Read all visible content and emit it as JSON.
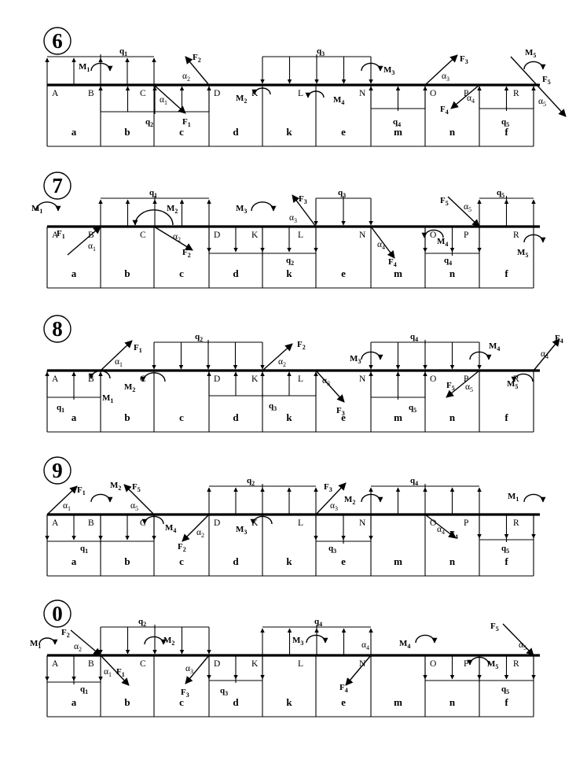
{
  "variants": [
    {
      "number": "6",
      "segments": [
        "a",
        "b",
        "c",
        "d",
        "k",
        "e",
        "m",
        "n",
        "f"
      ],
      "points": [
        "A",
        "B",
        "C",
        "D",
        "K",
        "L",
        "N",
        "O",
        "P",
        "R"
      ],
      "loads": [
        "q1",
        "q2",
        "q3",
        "q4",
        "q5"
      ],
      "forces": [
        "F1",
        "F2",
        "F3",
        "F4",
        "F5"
      ],
      "moments": [
        "M1",
        "M2",
        "M3",
        "M4",
        "M5"
      ],
      "angles": [
        "α1",
        "α2",
        "α3",
        "α4",
        "α5"
      ]
    },
    {
      "number": "7",
      "segments": [
        "a",
        "b",
        "c",
        "d",
        "k",
        "e",
        "m",
        "n",
        "f"
      ],
      "points": [
        "A",
        "B",
        "C",
        "D",
        "K",
        "L",
        "N",
        "O",
        "P",
        "R"
      ],
      "loads": [
        "q1",
        "q2",
        "q3",
        "q4",
        "q5"
      ],
      "forces": [
        "F1",
        "F2",
        "F3",
        "F4",
        "F5"
      ],
      "moments": [
        "M1",
        "M2",
        "M3",
        "M4",
        "M5"
      ],
      "angles": [
        "α1",
        "α2",
        "α3",
        "α4",
        "α5"
      ]
    },
    {
      "number": "8",
      "segments": [
        "a",
        "b",
        "c",
        "d",
        "k",
        "e",
        "m",
        "n",
        "f"
      ],
      "points": [
        "A",
        "B",
        "C",
        "D",
        "K",
        "L",
        "N",
        "O",
        "P",
        "R"
      ],
      "loads": [
        "q1",
        "q2",
        "q3",
        "q4",
        "q5"
      ],
      "forces": [
        "F1",
        "F2",
        "F3",
        "F4",
        "F5"
      ],
      "moments": [
        "M1",
        "M2",
        "M3",
        "M4",
        "M5"
      ],
      "angles": [
        "α1",
        "α2",
        "α3",
        "α4",
        "α5"
      ]
    },
    {
      "number": "9",
      "segments": [
        "a",
        "b",
        "c",
        "d",
        "k",
        "e",
        "m",
        "n",
        "f"
      ],
      "points": [
        "A",
        "B",
        "C",
        "D",
        "K",
        "L",
        "N",
        "O",
        "P",
        "R"
      ],
      "loads": [
        "q1",
        "q2",
        "q3",
        "q4",
        "q5"
      ],
      "forces": [
        "F1",
        "F2",
        "F3",
        "F4",
        "F5"
      ],
      "moments": [
        "M1",
        "M2",
        "M3",
        "M4",
        "M5"
      ],
      "angles": [
        "α1",
        "α2",
        "α3",
        "α4",
        "α5"
      ]
    },
    {
      "number": "0",
      "segments": [
        "a",
        "b",
        "c",
        "d",
        "k",
        "e",
        "m",
        "n",
        "f"
      ],
      "points": [
        "A",
        "B",
        "C",
        "D",
        "K",
        "L",
        "N",
        "O",
        "P",
        "R"
      ],
      "loads": [
        "q1",
        "q2",
        "q3",
        "q4",
        "q5"
      ],
      "forces": [
        "F1",
        "F2",
        "F3",
        "F4",
        "F5"
      ],
      "moments": [
        "M1",
        "M2",
        "M3",
        "M4",
        "M5"
      ],
      "angles": [
        "α1",
        "α2",
        "α3",
        "α4",
        "α5"
      ]
    }
  ]
}
